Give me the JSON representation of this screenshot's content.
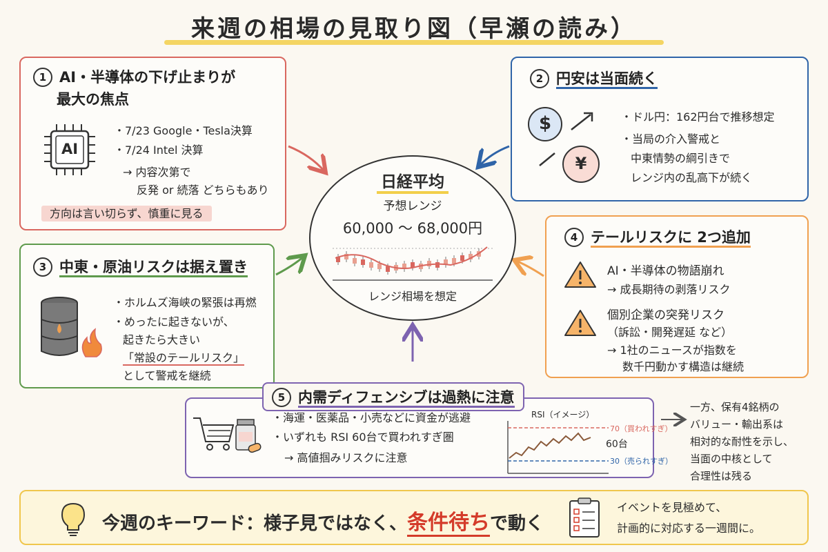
{
  "title": "来週の相場の見取り図（早瀬の読み）",
  "center": {
    "title": "日経平均",
    "subtitle": "予想レンジ",
    "range": "60,000 ～ 68,000円",
    "caption": "レンジ相場を想定"
  },
  "section1": {
    "number": "1",
    "heading_line1": "AI・半導体の下げ止まりが",
    "heading_line2": "最大の焦点",
    "icon_label": "AI",
    "items": [
      "・7/23 Google・Tesla決算",
      "・7/24 Intel 決算"
    ],
    "arrow_line1": "→ 内容次第で",
    "arrow_line2": "反発 or 続落 どちらもあり",
    "note": "方向は言い切らず、慎重に見る"
  },
  "section2": {
    "number": "2",
    "heading": "円安は当面続く",
    "dollar_symbol": "$",
    "yen_symbol": "¥",
    "items": [
      "・ドル円：162円台で推移想定",
      "・当局の介入警戒と",
      "中東情勢の綱引きで",
      "レンジ内の乱高下が続く"
    ]
  },
  "section3": {
    "number": "3",
    "heading": "中東・原油リスクは据え置き",
    "items": [
      "・ホルムズ海峡の緊張は再燃",
      "・めったに起きないが、",
      "起きたら大きい",
      "「常設のテールリスク」",
      "として警戒を継続"
    ]
  },
  "section4": {
    "number": "4",
    "heading": "テールリスクに 2つ追加",
    "risk1_line1": "AI・半導体の物語崩れ",
    "risk1_line2": "→ 成長期待の剥落リスク",
    "risk2_line1": "個別企業の突発リスク",
    "risk2_line2": "（訴訟・開発遅延 など）",
    "risk2_line3": "→ 1社のニュースが指数を",
    "risk2_line4": "数千円動かす構造は継続"
  },
  "section5": {
    "number": "5",
    "heading": "内需ディフェンシブは過熱に注意",
    "items": [
      "・海運・医薬品・小売などに資金が逃避",
      "・いずれも RSI 60台で買われすぎ圏",
      "→ 高値掴みリスクに注意"
    ],
    "rsi_title": "RSI（イメージ）",
    "rsi_upper": "70（買われすぎ）",
    "rsi_current": "60台",
    "rsi_lower": "30（売られすぎ）"
  },
  "side_note": [
    "一方、保有4銘柄の",
    "バリュー・輸出系は",
    "相対的な耐性を示し、",
    "当面の中核として",
    "合理性は残る"
  ],
  "footer": {
    "keyword_prefix": "今週のキーワード：",
    "keyword_mid": "様子見ではなく、",
    "keyword_highlight": "条件待ち",
    "keyword_suffix": "で動く",
    "note_line1": "イベントを見極めて、",
    "note_line2": "計画的に対応する一週間に。"
  },
  "colors": {
    "red": "#d9675f",
    "blue": "#2f64a8",
    "green": "#5e9a4c",
    "orange": "#f0a050",
    "purple": "#7d63b0",
    "yellow": "#f0c64c",
    "keyword_red": "#d43b2a"
  }
}
